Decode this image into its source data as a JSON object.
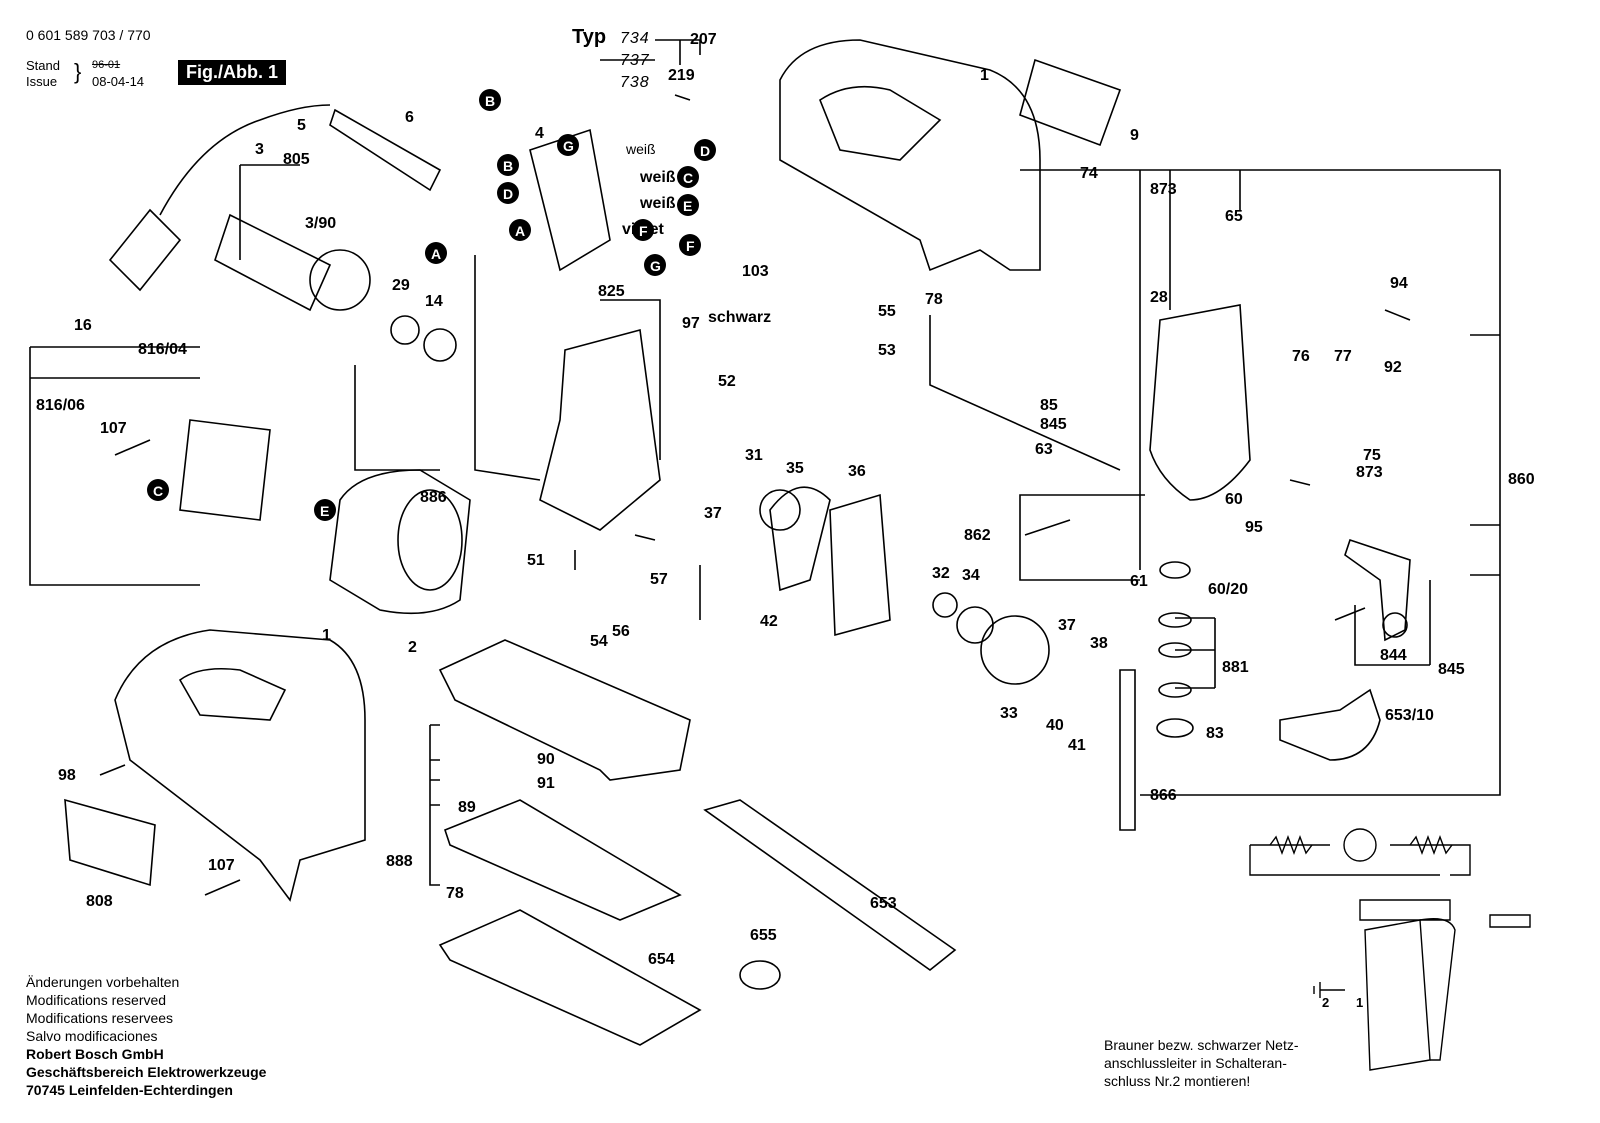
{
  "header": {
    "doc_number": "0 601 589 703 / 770",
    "stand": "Stand",
    "issue": "Issue",
    "stand_old": "96-01",
    "issue_date": "08-04-14",
    "fig_label": "Fig./Abb. 1"
  },
  "typ": {
    "label": "Typ",
    "variants": [
      "734",
      "737",
      "738"
    ]
  },
  "part_labels": [
    "207",
    "219",
    "1",
    "9",
    "74",
    "873",
    "65",
    "94",
    "28",
    "78",
    "55",
    "53",
    "52",
    "825",
    "4",
    "6",
    "B",
    "G",
    "D",
    "C",
    "E",
    "F",
    "A",
    "weiß",
    "weiß",
    "violet",
    "schwarz",
    "103",
    "97",
    "3",
    "3/90",
    "805",
    "5",
    "29",
    "14",
    "16",
    "816/04",
    "816/06",
    "107",
    "886",
    "31",
    "35",
    "36",
    "37",
    "51",
    "57",
    "42",
    "54",
    "56",
    "85",
    "845",
    "63",
    "862",
    "61",
    "32",
    "34",
    "76",
    "77",
    "92",
    "75",
    "873",
    "60",
    "95",
    "60/20",
    "881",
    "83",
    "844",
    "845",
    "653/10",
    "860",
    "2",
    "1",
    "98",
    "808",
    "107",
    "90",
    "91",
    "89",
    "888",
    "78",
    "654",
    "653",
    "655",
    "33",
    "37",
    "38",
    "40",
    "41",
    "866",
    "2",
    "1"
  ],
  "callouts": [
    "A",
    "B",
    "C",
    "D",
    "E",
    "F",
    "G"
  ],
  "footer": {
    "lines": [
      "Änderungen vorbehalten",
      "Modifications reserved",
      "Modifications reservees",
      "Salvo modificaciones"
    ],
    "company": "Robert Bosch GmbH",
    "division": "Geschäftsbereich Elektrowerkzeuge",
    "address": "70745 Leinfelden-Echterdingen"
  },
  "wiring_note": [
    "Brauner bezw. schwarzer Netz-",
    "anschlussleiter in Schalteran-",
    "schluss Nr.2 montieren!"
  ],
  "colors": {
    "ink": "#000000",
    "paper": "#ffffff"
  }
}
